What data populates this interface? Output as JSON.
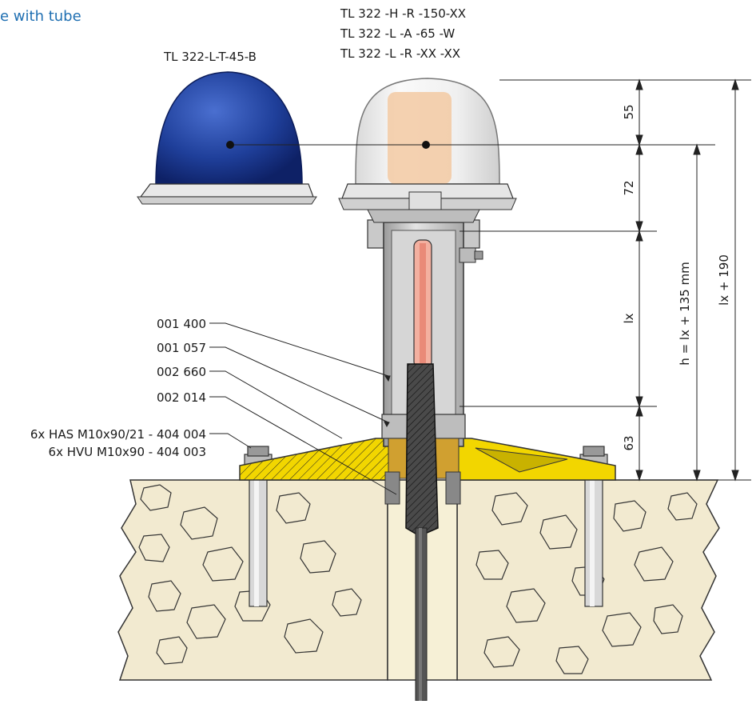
{
  "title": "e with tube",
  "models": {
    "left": "TL 322-L-T-45-B",
    "right_lines": [
      "TL 322 -H -R -150-XX",
      "TL 322 -L -A -65  -W",
      "TL 322 -L -R -XX  -XX"
    ]
  },
  "parts": [
    "001 400",
    "001 057",
    "002 660",
    "002 014",
    "6x HAS M10x90/21 - 404 004",
    "6x HVU M10x90 - 404 003"
  ],
  "dimensions": {
    "d55": "55",
    "d72": "72",
    "dlx": "lx",
    "d63": "63",
    "h": "h = lx + 135 mm",
    "total": "lx + 190"
  },
  "colors": {
    "title": "#1f6fb2",
    "blue_light": "#1f3f9a",
    "yellow_base": "#f2d600",
    "ground": "#f2ead0",
    "bore": "#f6f0d6",
    "steel": "#c9c9c9",
    "dark_rod": "#3a3a3a"
  }
}
